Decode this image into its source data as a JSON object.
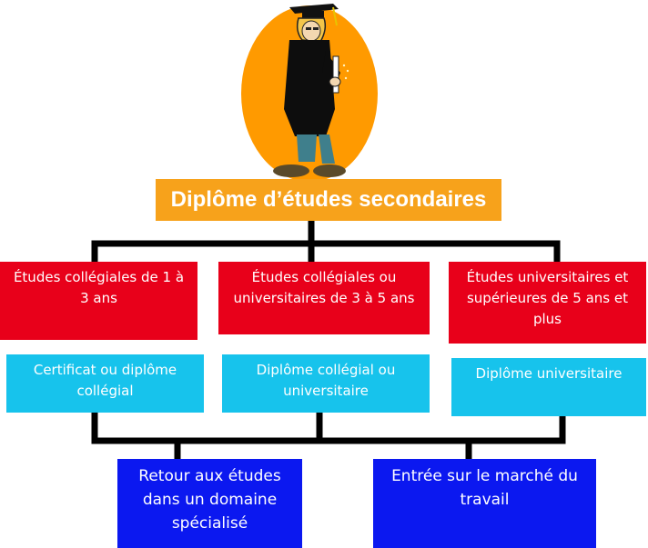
{
  "top": {
    "title": "Diplôme d’études secondaires"
  },
  "studies": [
    {
      "label": "Études collégiales de 1 à 3 ans"
    },
    {
      "label": "Études collégiales ou universitaires de 3 à 5 ans"
    },
    {
      "label": "Études universitaires et supérieures de 5 ans et plus"
    }
  ],
  "diplomas": [
    {
      "label": "Certificat ou diplôme collégial"
    },
    {
      "label": "Diplôme collégial ou universitaire"
    },
    {
      "label": "Diplôme universitaire"
    }
  ],
  "outcomes": [
    {
      "label": "Retour aux études dans un domaine spécialisé"
    },
    {
      "label": "Entrée sur le marché du travail"
    }
  ],
  "colors": {
    "title_bg": "#f7a21b",
    "studies_bg": "#e8001a",
    "diplomas_bg": "#17c3ec",
    "outcomes_bg": "#0b18f0",
    "connector": "#000000"
  },
  "icons": {
    "illustration": "graduate-student-icon"
  }
}
